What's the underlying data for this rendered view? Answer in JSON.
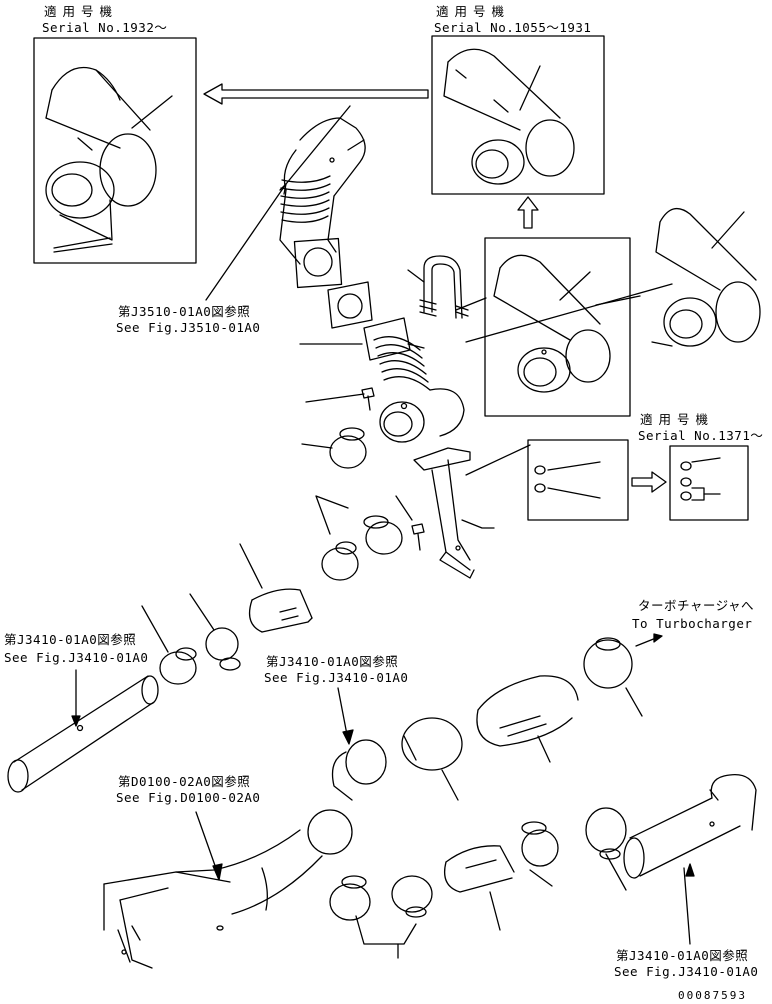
{
  "inset_top_left": {
    "heading": "適用号機",
    "serial": "Serial No.1932～"
  },
  "inset_top_right": {
    "heading": "適用号機",
    "serial": "Serial No.1055～1931"
  },
  "inset_right": {
    "heading": "適用号機",
    "serial": "Serial No.1371～"
  },
  "ref_j3510": {
    "jp": "第J3510-01A0図参照",
    "en": "See Fig.J3510-01A0"
  },
  "ref_j3410_left": {
    "jp": "第J3410-01A0図参照",
    "en": "See Fig.J3410-01A0"
  },
  "ref_j3410_mid": {
    "jp": "第J3410-01A0図参照",
    "en": "See Fig.J3410-01A0"
  },
  "ref_d0100": {
    "jp": "第D0100-02A0図参照",
    "en": "See Fig.D0100-02A0"
  },
  "ref_j3410_bottom": {
    "jp": "第J3410-01A0図参照",
    "en": "See Fig.J3410-01A0"
  },
  "turbo": {
    "jp": "ターボチャージャへ",
    "en": "To Turbocharger"
  },
  "doc_id": "00087593"
}
